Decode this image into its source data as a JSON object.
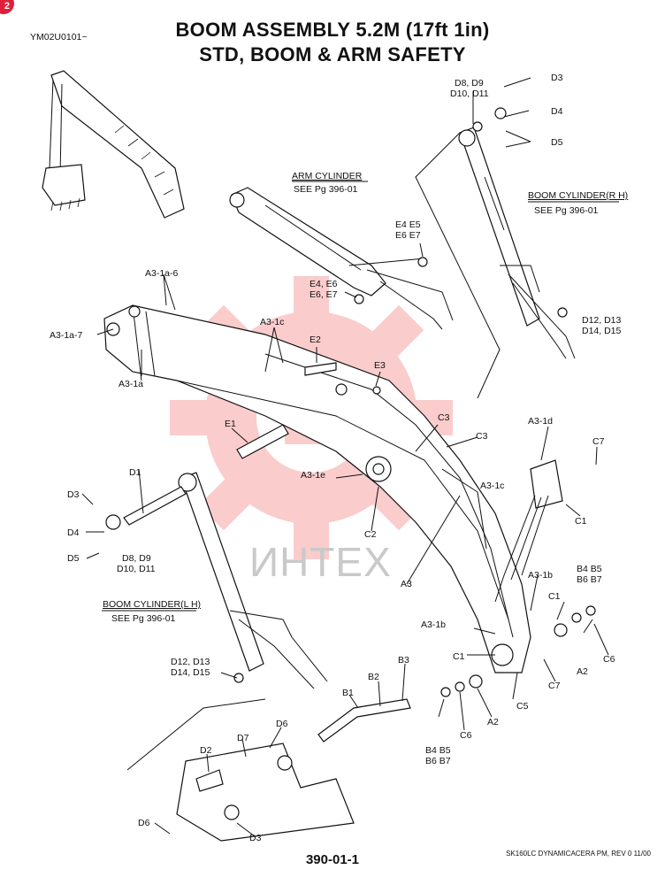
{
  "badge": "2",
  "doc_code": "YM02U0101~",
  "title": {
    "line1": "BOOM  ASSEMBLY 5.2M (17ft 1in)",
    "line2": "STD, BOOM & ARM SAFETY"
  },
  "watermark": "ИНТЕХ",
  "page_number": "390-01-1",
  "footer": "SK160LC DYNAMICACERA PM, REV 0 11/00",
  "callouts": {
    "arm_cyl_1": "ARM CYLINDER",
    "arm_cyl_2": "SEE Pg  396-01",
    "boom_rh_1": "BOOM CYLINDER(R H)",
    "boom_rh_2": "SEE Pg  396-01",
    "boom_lh_1": "BOOM CYLINDER(L H)",
    "boom_lh_2": "SEE Pg  396-01",
    "d8_top": "D8, D9",
    "d10_top": "D10, D11",
    "d3_top": "D3",
    "d4_top": "D4",
    "d5_top": "D5",
    "e4_a": "E4 E5",
    "e6_a": "E6 E7",
    "e4_b": "E4, E6",
    "e6_b": "E6, E7",
    "a3_1a_6": "A3-1a-6",
    "a3_1a_7": "A3-1a-7",
    "a3_1a": "A3-1a",
    "a3_1c_top": "A3-1c",
    "e2": "E2",
    "e3": "E3",
    "e1": "E1",
    "d12_r": "D12, D13",
    "d14_r": "D14, D15",
    "c3_a": "C3",
    "c3_b": "C3",
    "a3_1d": "A3-1d",
    "c7_top": "C7",
    "c1_top": "C1",
    "d1": "D1",
    "d3_left": "D3",
    "d4_left": "D4",
    "d5_left": "D5",
    "d8_left": "D8, D9",
    "d10_left": "D10, D11",
    "a3_1e": "A3-1e",
    "c2": "C2",
    "a3_1c_mid": "A3-1c",
    "a3": "A3",
    "a3_1b_a": "A3-1b",
    "b4_top": "B4 B5",
    "b6_top": "B6 B7",
    "c1_mid": "C1",
    "a3_1b_b": "A3-1b",
    "c1_low": "C1",
    "c6_r": "C6",
    "a2_r": "A2",
    "c7_low": "C7",
    "c5": "C5",
    "d12_l": "D12, D13",
    "d14_l": "D14, D15",
    "b3": "B3",
    "b2": "B2",
    "b1": "B1",
    "a2_low": "A2",
    "c6_low": "C6",
    "b4_low": "B4 B5",
    "b6_low": "B6 B7",
    "d7": "D7",
    "d6_a": "D6",
    "d2": "D2",
    "d6_b": "D6",
    "d3_low": "D3"
  }
}
